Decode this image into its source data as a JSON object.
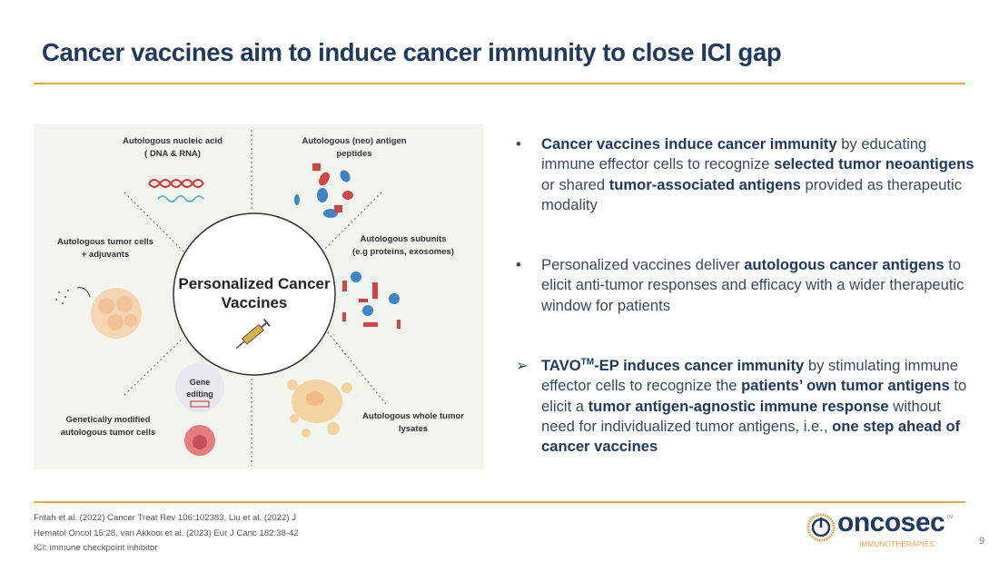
{
  "title": "Cancer vaccines aim to induce cancer immunity to close ICI gap",
  "colors": {
    "title": "#1f3a60",
    "accent": "#eaa745",
    "body": "#3a4a5c"
  },
  "figure": {
    "center": [
      "Personalized Cancer",
      "Vaccines"
    ],
    "labels": {
      "nucleic": [
        "Autologous nucleic acid",
        "( DNA & RNA)"
      ],
      "peptides": [
        "Autologous (neo) antigen",
        "peptides"
      ],
      "tumor_cells": [
        "Autologous tumor cells",
        "+ adjuvants"
      ],
      "subunits": [
        "Autologous subunits",
        "(e.g proteins, exosomes)"
      ],
      "modified": [
        "Genetically modified",
        "autologous tumor cells"
      ],
      "lysates": [
        "Autologous whole tumor",
        "lysates"
      ],
      "gene": [
        "Gene",
        "editing"
      ]
    }
  },
  "bullets": [
    {
      "mark": "•",
      "segments": [
        {
          "t": "Cancer vaccines induce cancer immunity",
          "b": true
        },
        {
          "t": " by educating immune effector cells to recognize ",
          "b": false
        },
        {
          "t": "selected tumor neoantigens",
          "b": true
        },
        {
          "t": " or shared ",
          "b": false
        },
        {
          "t": "tumor-associated antigens",
          "b": true
        },
        {
          "t": " provided as therapeutic modality",
          "b": false
        }
      ]
    },
    {
      "mark": "•",
      "segments": [
        {
          "t": "Personalized vaccines deliver ",
          "b": false
        },
        {
          "t": "autologous cancer antigens",
          "b": true
        },
        {
          "t": " to elicit anti-tumor responses and efficacy with a wider therapeutic window for patients",
          "b": false
        }
      ]
    },
    {
      "mark": "➢",
      "segments": [
        {
          "t": "TAVO",
          "b": true
        },
        {
          "t": "TM",
          "b": true,
          "sup": true
        },
        {
          "t": "-EP induces cancer immunity",
          "b": true
        },
        {
          "t": " by stimulating immune effector cells to recognize the ",
          "b": false
        },
        {
          "t": "patients’ own tumor antigens",
          "b": true
        },
        {
          "t": " to elicit a ",
          "b": false
        },
        {
          "t": "tumor antigen-agnostic immune response",
          "b": true
        },
        {
          "t": " without need for individualized tumor antigens, i.e., ",
          "b": false
        },
        {
          "t": "one step ahead of cancer vaccines",
          "b": true
        }
      ]
    }
  ],
  "footer": {
    "lines": [
      "Fritah et al. (2022) Cancer Treat Rev 106:102383, Liu et al. (2022) J",
      "Hematol Oncol 15:28, van Akkooi et al. (2023) Eur J Canc 182:38-42",
      "ICI: immune checkpoint inhibitor"
    ],
    "logo_name": "oncosec",
    "logo_sub": "IMMUNOTHERAPIES",
    "page_number": "9"
  }
}
